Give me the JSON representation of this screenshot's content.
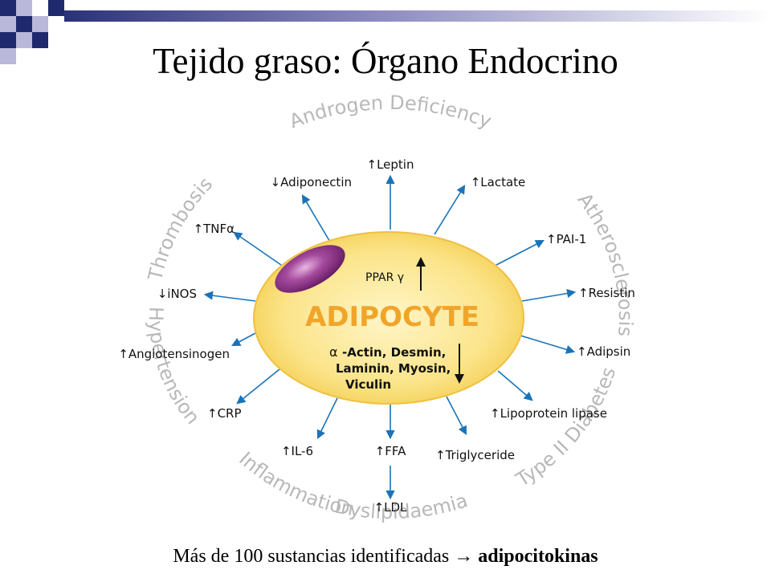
{
  "slide": {
    "title": "Tejido graso: Órgano Endocrino",
    "footer_text": "Más de 100 sustancias identificadas",
    "footer_arrow": "→",
    "footer_bold": "adipocitokinas"
  },
  "colors": {
    "accent_navy": "#1f2a6e",
    "accent_lavender": "#b9b7da",
    "arrow_blue": "#1a73b8",
    "cell_fill": "#fbe48a",
    "cell_stroke": "#f0c040",
    "nucleus": "#8a2a84",
    "outer_label_gray": "#b8b8b8"
  },
  "diagram": {
    "cell_label": "ADIPOCYTE",
    "ppar_label": "PPAR γ",
    "ppar_arrow": "↑",
    "proteins_alpha": "α",
    "proteins_line1": "-Actin, Desmin,",
    "proteins_line2": "Laminin, Myosin,",
    "proteins_line3": "Viculin",
    "proteins_arrow": "↓",
    "outer_labels": [
      "Androgen Deficiency",
      "Atherosclerosis",
      "Type II Diabetes",
      "Dyslipidaemia",
      "Inflammation",
      "Hypertension",
      "Thrombosis"
    ],
    "factors": [
      {
        "arrow": "↑",
        "name": "Leptin"
      },
      {
        "arrow": "↑",
        "name": "Lactate"
      },
      {
        "arrow": "↑",
        "name": "PAI-1"
      },
      {
        "arrow": "↑",
        "name": "Resistin"
      },
      {
        "arrow": "↑",
        "name": "Adipsin"
      },
      {
        "arrow": "↑",
        "name": "Lipoprotein lipase"
      },
      {
        "arrow": "↑",
        "name": "Triglyceride"
      },
      {
        "arrow": "↑",
        "name": "FFA"
      },
      {
        "arrow": "↑",
        "name": "LDL"
      },
      {
        "arrow": "↑",
        "name": "IL-6"
      },
      {
        "arrow": "↑",
        "name": "CRP"
      },
      {
        "arrow": "↑",
        "name": "Angiotensinogen"
      },
      {
        "arrow": "↓",
        "name": "iNOS"
      },
      {
        "arrow": "↑",
        "name": "TNFα"
      },
      {
        "arrow": "↓",
        "name": "Adiponectin"
      }
    ]
  }
}
